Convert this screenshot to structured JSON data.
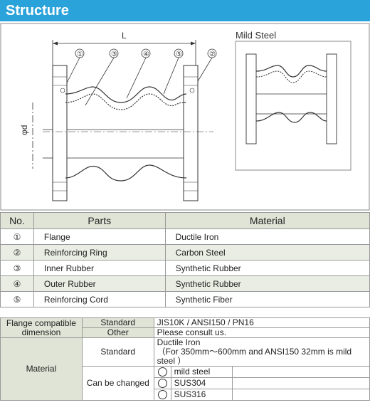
{
  "header": {
    "title": "Structure"
  },
  "drawing": {
    "length_label": "L",
    "diameter_label": "φd",
    "inset_title": "Mild Steel",
    "callouts": [
      "①",
      "③",
      "④",
      "⑤",
      "②"
    ]
  },
  "parts_table": {
    "headers": {
      "no": "No.",
      "parts": "Parts",
      "material": "Material"
    },
    "rows": [
      {
        "no": "①",
        "part": "Flange",
        "material": "Ductile Iron"
      },
      {
        "no": "②",
        "part": "Reinforcing Ring",
        "material": "Carbon Steel"
      },
      {
        "no": "③",
        "part": "Inner Rubber",
        "material": "Synthetic Rubber"
      },
      {
        "no": "④",
        "part": "Outer Rubber",
        "material": "Synthetic Rubber"
      },
      {
        "no": "⑤",
        "part": "Reinforcing Cord",
        "material": "Synthetic Fiber"
      }
    ]
  },
  "spec_table": {
    "flange_label": "Flange compatible dimension",
    "standard_label": "Standard",
    "other_label": "Other",
    "flange_standard": "JIS10K / ANSI150 / PN16",
    "flange_other": "Please consult us.",
    "material_label": "Material",
    "material_standard_line1": "Ductile Iron",
    "material_standard_line2": "（For 350mm～600mm and ANSI150 32mm is mild steel ）",
    "can_be_changed_label": "Can be changed",
    "options": [
      "mild steel",
      "SUS304",
      "SUS316"
    ]
  }
}
